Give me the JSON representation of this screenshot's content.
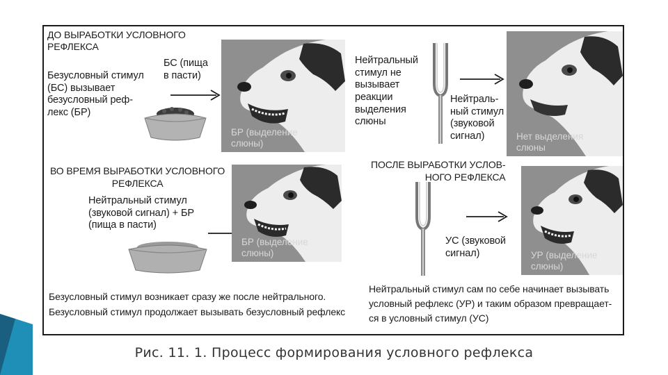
{
  "caption": "Рис. 11. 1. Процесс формирования условного рефлекса",
  "colors": {
    "accent_blue": "#1f8fb8",
    "accent_dark": "#1a5f80",
    "panel_gray": "#8f8f8f"
  },
  "q1": {
    "header": "ДО ВЫРАБОТКИ УСЛОВНОГО\nРЕФЛЕКСА",
    "stimulus_label": "БС (пища\nв пасти)",
    "description": "Безусловный стимул\n(БС) вызывает\nбезусловный реф-\nлекс (БР)",
    "panel_label": "БР (выделение\nслюны)"
  },
  "q2": {
    "description": "Нейтральный\nстимул не\nвызывает\nреакции\nвыделения\nслюны",
    "stimulus_label": "Нейтраль-\nный стимул\n(звуковой\nсигнал)",
    "panel_label": "Нет выделения\nслюны"
  },
  "q3": {
    "header": "ВО ВРЕМЯ ВЫРАБОТКИ УСЛОВНОГО\nРЕФЛЕКСА",
    "description": "Нейтральный стимул\n(звуковой сигнал) + БР\n(пища в пасти)",
    "panel_label": "БР (выделение\nслюны)",
    "footer": "Безусловный стимул возникает сразу же после нейтрального.\nБезусловный стимул продолжает вызывать безусловный рефлекс"
  },
  "q4": {
    "header": "ПОСЛЕ ВЫРАБОТКИ УСЛОВ-\nНОГО РЕФЛЕКСА",
    "stimulus_label": "УС (звуковой\nсигнал)",
    "panel_label": "УР (выделение\nслюны)",
    "footer": "Нейтральный стимул сам по себе начинает вызывать\nусловный рефлекс (УР) и таким образом превращает-\nся в условный стимул (УС)"
  },
  "icons": {
    "bowl": "food-bowl-icon",
    "fork": "tuning-fork-icon",
    "arrow": "right-arrow-icon",
    "dog": "dog-head-icon"
  }
}
